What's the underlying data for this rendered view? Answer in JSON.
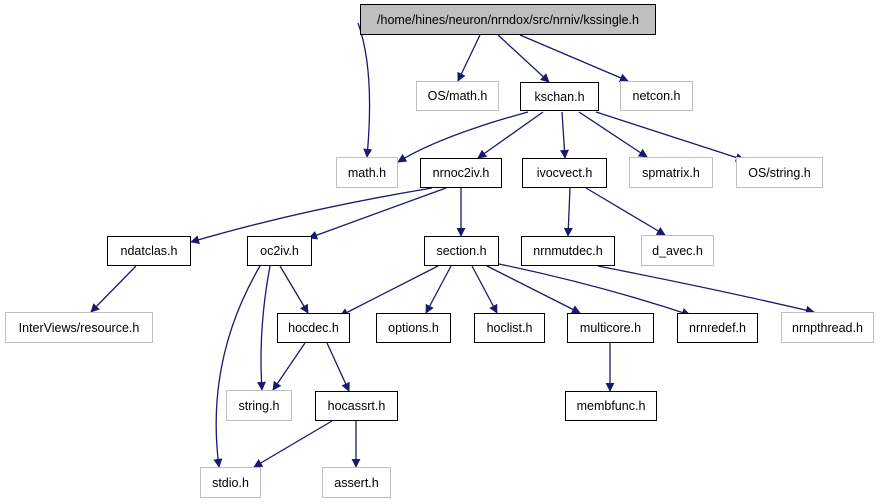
{
  "colors": {
    "edge": "#191970",
    "strong_border": "#000000",
    "weak_border": "#bfbfbf",
    "root_fill": "#bfbfbf"
  },
  "nodes": {
    "kssingle": "/home/hines/neuron/nrndox/src/nrniv/kssingle.h",
    "os_math": "OS/math.h",
    "kschan": "kschan.h",
    "netcon": "netcon.h",
    "math": "math.h",
    "nrnoc2iv": "nrnoc2iv.h",
    "ivocvect": "ivocvect.h",
    "spmatrix": "spmatrix.h",
    "os_string": "OS/string.h",
    "ndatclas": "ndatclas.h",
    "oc2iv": "oc2iv.h",
    "section": "section.h",
    "nrnmutdec": "nrnmutdec.h",
    "d_avec": "d_avec.h",
    "interviews_resource": "InterViews/resource.h",
    "hocdec": "hocdec.h",
    "options": "options.h",
    "hoclist": "hoclist.h",
    "multicore": "multicore.h",
    "nrnredef": "nrnredef.h",
    "nrnpthread": "nrnpthread.h",
    "string": "string.h",
    "hocassrt": "hocassrt.h",
    "membfunc": "membfunc.h",
    "stdio": "stdio.h",
    "assert": "assert.h"
  },
  "edges": [
    [
      "kssingle",
      "math"
    ],
    [
      "kssingle",
      "os_math"
    ],
    [
      "kssingle",
      "kschan"
    ],
    [
      "kssingle",
      "netcon"
    ],
    [
      "kschan",
      "math"
    ],
    [
      "kschan",
      "nrnoc2iv"
    ],
    [
      "kschan",
      "ivocvect"
    ],
    [
      "kschan",
      "spmatrix"
    ],
    [
      "kschan",
      "os_string"
    ],
    [
      "nrnoc2iv",
      "ndatclas"
    ],
    [
      "nrnoc2iv",
      "oc2iv"
    ],
    [
      "nrnoc2iv",
      "section"
    ],
    [
      "ivocvect",
      "nrnmutdec"
    ],
    [
      "ivocvect",
      "d_avec"
    ],
    [
      "ndatclas",
      "interviews_resource"
    ],
    [
      "oc2iv",
      "hocdec"
    ],
    [
      "oc2iv",
      "string"
    ],
    [
      "oc2iv",
      "stdio"
    ],
    [
      "section",
      "hocdec"
    ],
    [
      "section",
      "options"
    ],
    [
      "section",
      "hoclist"
    ],
    [
      "section",
      "multicore"
    ],
    [
      "section",
      "nrnredef"
    ],
    [
      "nrnmutdec",
      "nrnpthread"
    ],
    [
      "hocdec",
      "string"
    ],
    [
      "hocdec",
      "hocassrt"
    ],
    [
      "multicore",
      "membfunc"
    ],
    [
      "hocassrt",
      "stdio"
    ],
    [
      "hocassrt",
      "assert"
    ]
  ]
}
